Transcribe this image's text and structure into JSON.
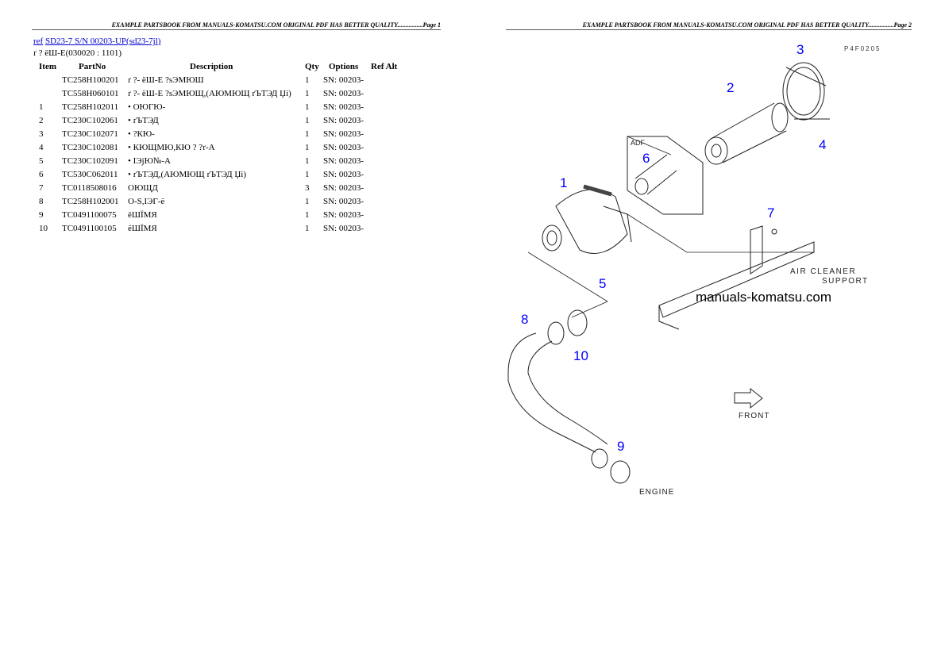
{
  "page1": {
    "header": "EXAMPLE PARTSBOOK FROM MANUALS-KOMATSU.COM ORIGINAL PDF HAS BETTER QUALITY................Page 1",
    "links": {
      "ref": "ref",
      "model": "SD23-7 S/N 00203-UP(sd23-7jl)"
    },
    "subtitle": "ґ ? ёШ-Е(030020 : 1101)",
    "columns": {
      "item": "Item",
      "partno": "PartNo",
      "description": "Description",
      "qty": "Qty",
      "options": "Options",
      "refalt": "Ref Alt"
    },
    "rows": [
      {
        "item": "",
        "partno": "TC258H100201",
        "description": "ґ ?- ёШ-Е ?sЭМЮШ",
        "qty": "1",
        "options": "SN: 00203-"
      },
      {
        "item": "",
        "partno": "TC558H060101",
        "description": "ґ ?- ёШ-Е ?sЭМЮЩ,(АЮМЮЩ ґЪТЭД Џi)",
        "qty": "1",
        "options": "SN: 00203-"
      },
      {
        "item": "1",
        "partno": "TC258H102011",
        "description": "• ОЮГЮ-",
        "qty": "1",
        "options": "SN: 00203-"
      },
      {
        "item": "2",
        "partno": "TC230C102061",
        "description": "• ґЪТЭД",
        "qty": "1",
        "options": "SN: 00203-"
      },
      {
        "item": "3",
        "partno": "TC230C102071",
        "description": "• ?КЮ-",
        "qty": "1",
        "options": "SN: 00203-"
      },
      {
        "item": "4",
        "partno": "TC230C102081",
        "description": "• КЮЩМЮ,КЮ ? ?ґ-А",
        "qty": "1",
        "options": "SN: 00203-"
      },
      {
        "item": "5",
        "partno": "TC230C102091",
        "description": "• ІЭјЮ№-А",
        "qty": "1",
        "options": "SN: 00203-"
      },
      {
        "item": "6",
        "partno": "TC530C062011",
        "description": "• ґЪТЭД,(АЮМЮЩ ґЪТЭД Џi)",
        "qty": "1",
        "options": "SN: 00203-"
      },
      {
        "item": "7",
        "partno": "TC0118508016",
        "description": "ОЮЩД",
        "qty": "3",
        "options": "SN: 00203-"
      },
      {
        "item": "8",
        "partno": "TC258H102001",
        "description": "О-S,ІЭГ-ё",
        "qty": "1",
        "options": "SN: 00203-"
      },
      {
        "item": "9",
        "partno": "TC0491100075",
        "description": "ёШЇМЯ",
        "qty": "1",
        "options": "SN: 00203-"
      },
      {
        "item": "10",
        "partno": "TC0491100105",
        "description": "ёШЇМЯ",
        "qty": "1",
        "options": "SN: 00203-"
      }
    ]
  },
  "page2": {
    "header": "EXAMPLE PARTSBOOK FROM MANUALS-KOMATSU.COM ORIGINAL PDF HAS BETTER QUALITY................Page 2",
    "diagram": {
      "code": "P4F0205",
      "callouts": [
        "1",
        "2",
        "3",
        "4",
        "5",
        "6",
        "7",
        "8",
        "9",
        "10"
      ],
      "adf": "ADF",
      "support_label": [
        "AIR CLEANER",
        "SUPPORT"
      ],
      "watermark": "manuals-komatsu.com",
      "front": "FRONT",
      "engine": "ENGINE",
      "callout_color": "#0000ff"
    }
  }
}
